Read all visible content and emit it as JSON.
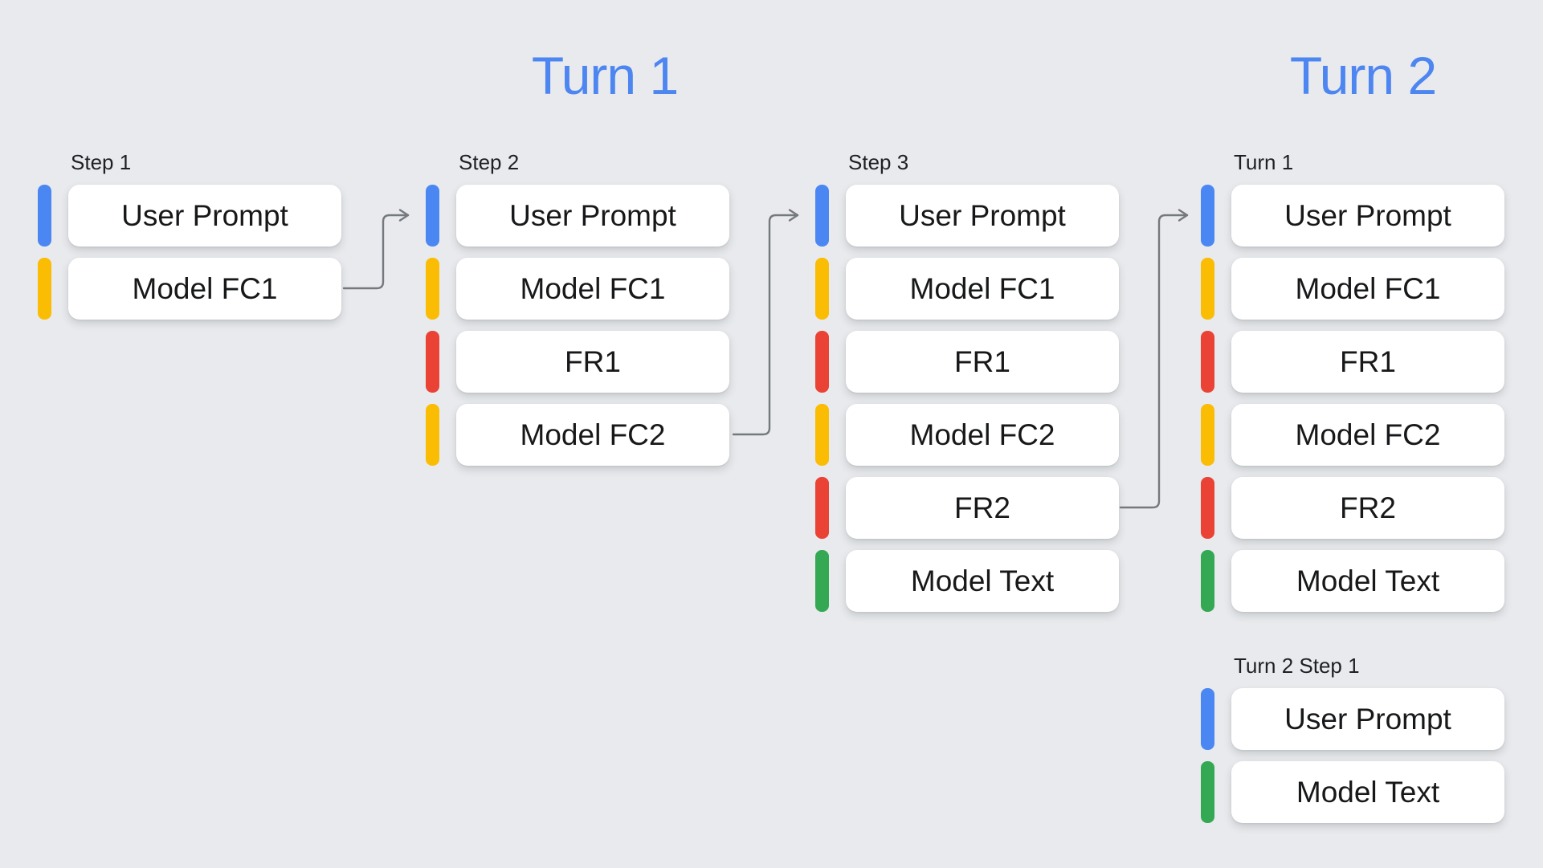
{
  "palette": {
    "background": "#e8eaed",
    "heading_blue": "#4d85f1",
    "blue": "#4b87f3",
    "yellow": "#fbbc04",
    "red": "#ea4335",
    "green": "#34a853",
    "box_bg": "#ffffff",
    "text": "#17181a",
    "arrow": "#75787d"
  },
  "headings": {
    "turn1": "Turn 1",
    "turn2": "Turn 2"
  },
  "groups": [
    {
      "label": "Step 1",
      "items": [
        {
          "label": "User Prompt",
          "color": "blue"
        },
        {
          "label": "Model FC1",
          "color": "yellow"
        }
      ]
    },
    {
      "label": "Step 2",
      "items": [
        {
          "label": "User Prompt",
          "color": "blue"
        },
        {
          "label": "Model FC1",
          "color": "yellow"
        },
        {
          "label": "FR1",
          "color": "red"
        },
        {
          "label": "Model FC2",
          "color": "yellow"
        }
      ]
    },
    {
      "label": "Step 3",
      "items": [
        {
          "label": "User Prompt",
          "color": "blue"
        },
        {
          "label": "Model FC1",
          "color": "yellow"
        },
        {
          "label": "FR1",
          "color": "red"
        },
        {
          "label": "Model FC2",
          "color": "yellow"
        },
        {
          "label": "FR2",
          "color": "red"
        },
        {
          "label": "Model Text",
          "color": "green"
        }
      ]
    },
    {
      "label": "Turn 1",
      "items": [
        {
          "label": "User Prompt",
          "color": "blue"
        },
        {
          "label": "Model FC1",
          "color": "yellow"
        },
        {
          "label": "FR1",
          "color": "red"
        },
        {
          "label": "Model FC2",
          "color": "yellow"
        },
        {
          "label": "FR2",
          "color": "red"
        },
        {
          "label": "Model Text",
          "color": "green"
        }
      ]
    },
    {
      "label": "Turn 2 Step 1",
      "items": [
        {
          "label": "User Prompt",
          "color": "blue"
        },
        {
          "label": "Model Text",
          "color": "green"
        }
      ]
    }
  ],
  "arrows": [
    {
      "from": "Step 1 / Model FC1",
      "to": "Step 2 / User Prompt"
    },
    {
      "from": "Step 2 / Model FC2",
      "to": "Step 3 / User Prompt"
    },
    {
      "from": "Step 3 / FR2",
      "to": "Turn 1 / User Prompt"
    }
  ]
}
